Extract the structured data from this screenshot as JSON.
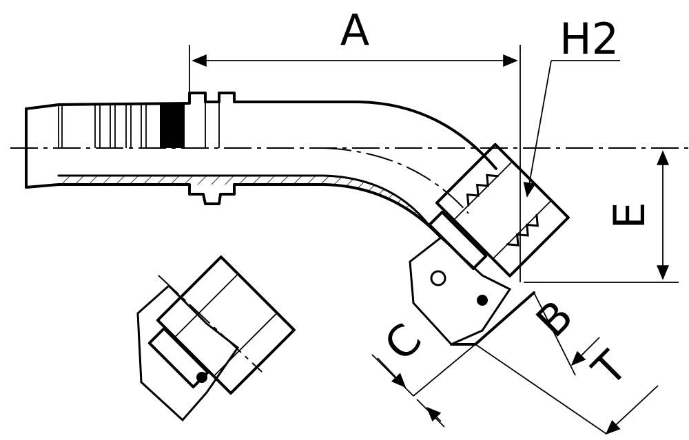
{
  "diagram": {
    "labels": {
      "a": "A",
      "h2": "H2",
      "e": "E",
      "b": "B",
      "c": "C",
      "t": "T"
    },
    "line_color": "#000000",
    "background": "#ffffff"
  }
}
